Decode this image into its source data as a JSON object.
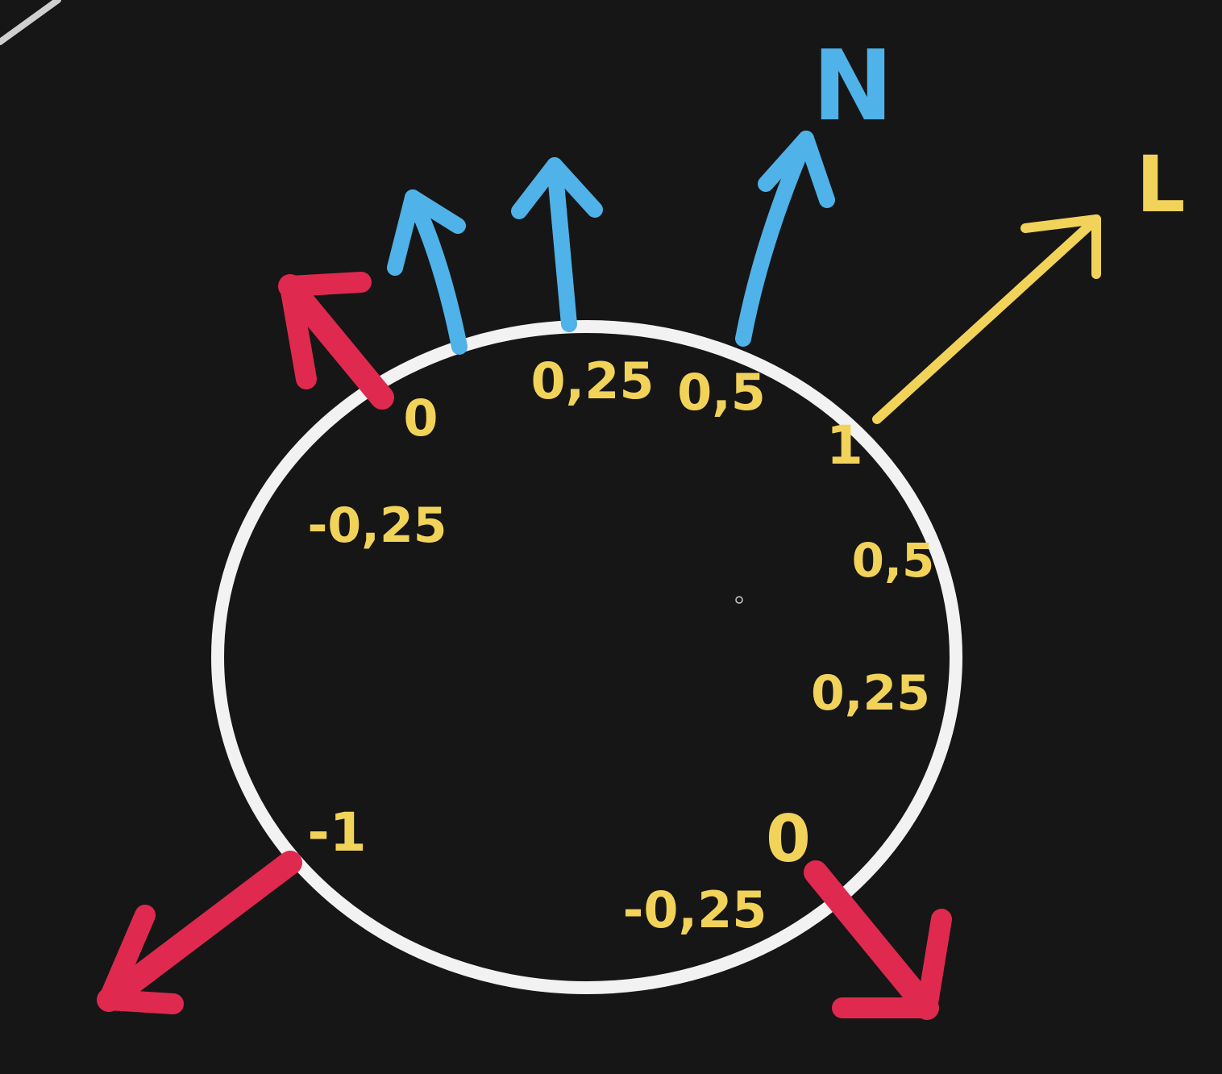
{
  "colors": {
    "background": "#161616",
    "circle": "#f2f2f2",
    "normal": "#4fb2e8",
    "light": "#f2d35a",
    "red": "#e0294f",
    "label": "#f2d35a",
    "corner_line": "#cfcfcf"
  },
  "labels": {
    "normal": "N",
    "light": "L"
  },
  "values": {
    "top_left_zero": "0",
    "top_quarter": "0,25",
    "top_half": "0,5",
    "top_right_one": "1",
    "left_neg_quarter": "-0,25",
    "right_half": "0,5",
    "right_quarter": "0,25",
    "bottom_left_neg_one": "-1",
    "bottom_right_zero": "0",
    "bottom_neg_quarter": "-0,25"
  }
}
